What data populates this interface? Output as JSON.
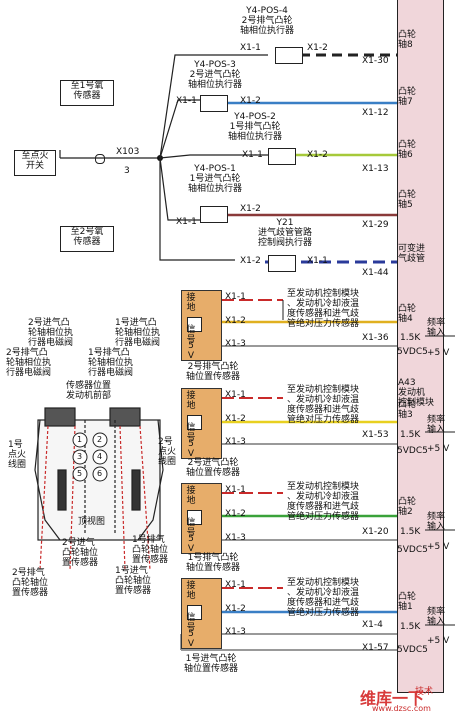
{
  "ecm": {
    "title": "A43\n发动机\n控制模块",
    "cam_labels": [
      "凸轮\n轴8",
      "凸轮\n轴7",
      "凸轮\n轴6",
      "凸轮\n轴5",
      "可变进\n气歧管",
      "凸轮\n轴4",
      "凸轮\n轴3",
      "凸轮\n轴2",
      "凸轮\n轴1"
    ],
    "freq": "频率\n输入",
    "v5": "+5 V",
    "ohm": "1.5K",
    "vdc": "5VDC5"
  },
  "actuators": [
    {
      "name": "Y4-POS-4\n2号排气凸轮\n轴相位执行器",
      "pin_left": "X1-1",
      "pin_right": "X1-2",
      "ecm_pin": "X1-30"
    },
    {
      "name": "Y4-POS-3\n2号进气凸轮\n轴相位执行器",
      "pin_left": "X1-1",
      "pin_right": "X1-2",
      "ecm_pin": "X1-12"
    },
    {
      "name": "Y4-POS-2\n1号排气凸轮\n轴相位执行器",
      "pin_left": "X1-1",
      "pin_right": "X1-2",
      "ecm_pin": "X1-13"
    },
    {
      "name": "Y4-POS-1\n1号进气凸轮\n轴相位执行器",
      "pin_left": "X1-1",
      "pin_right": "X1-2",
      "ecm_pin": "X1-29"
    },
    {
      "name": "Y21\n进气歧管管路\n控制阀执行器",
      "pin_left": "X1-2",
      "pin_right": "X1-1",
      "ecm_pin": "X1-44"
    }
  ],
  "left_labels": {
    "o2_1": "至1号氧\n传感器",
    "o2_2": "至2号氧\n传感器",
    "ign": "至点火\n开关",
    "x103": "X103",
    "x103_pin": "3"
  },
  "sensors": [
    {
      "name": "2号排气凸轮\n轴位置传感器",
      "pin_top": "X1-36",
      "pin_bottom": ""
    },
    {
      "name": "2号进气凸轮\n轴位置传感器",
      "pin_top": "X1-53",
      "pin_bottom": ""
    },
    {
      "name": "1号排气凸轮\n轴位置传感器",
      "pin_top": "X1-20",
      "pin_bottom": ""
    },
    {
      "name": "1号进气凸轮\n轴位置传感器",
      "pin_top": "X1-4",
      "pin_bottom": "X1-57"
    }
  ],
  "sensor_internal": {
    "ground": "接\n地",
    "signal": "信\n号",
    "v5": "5\nV",
    "p1": "X1-1",
    "p2": "X1-2",
    "p3": "X1-3"
  },
  "to_module": "至发动机控制模块\n、发动机冷却液温\n度传感器和进气歧\n管绝对压力传感器",
  "engine_view": {
    "l1": "2号进气凸\n轮轴相位执\n行器电磁阀",
    "l2": "2号排气凸\n轮轴相位执\n行器电磁阀",
    "l3": "1号进气凸\n轮轴相位执\n行器电磁阀",
    "l4": "1号排气凸\n轮轴相位执\n行器电磁阀",
    "sensor_pos": "传感器位置\n发动机前部",
    "coil1": "1号\n点火\n线圈",
    "coil2": "2号\n点火\n线圈",
    "top": "顶视图",
    "b1": "2号进气\n凸轮轴位\n置传感器",
    "b2": "1号进气\n凸轮轴位\n置传感器",
    "b3": "2号排气\n凸轮轴位\n置传感器",
    "b4": "1号排气\n凸轮轴位\n置传感器",
    "cyl": [
      "1",
      "2",
      "3",
      "4",
      "5",
      "6"
    ]
  },
  "watermark": {
    "line1": "维库一下",
    "line2": "www.dzsc.com",
    "brand": "技术"
  }
}
